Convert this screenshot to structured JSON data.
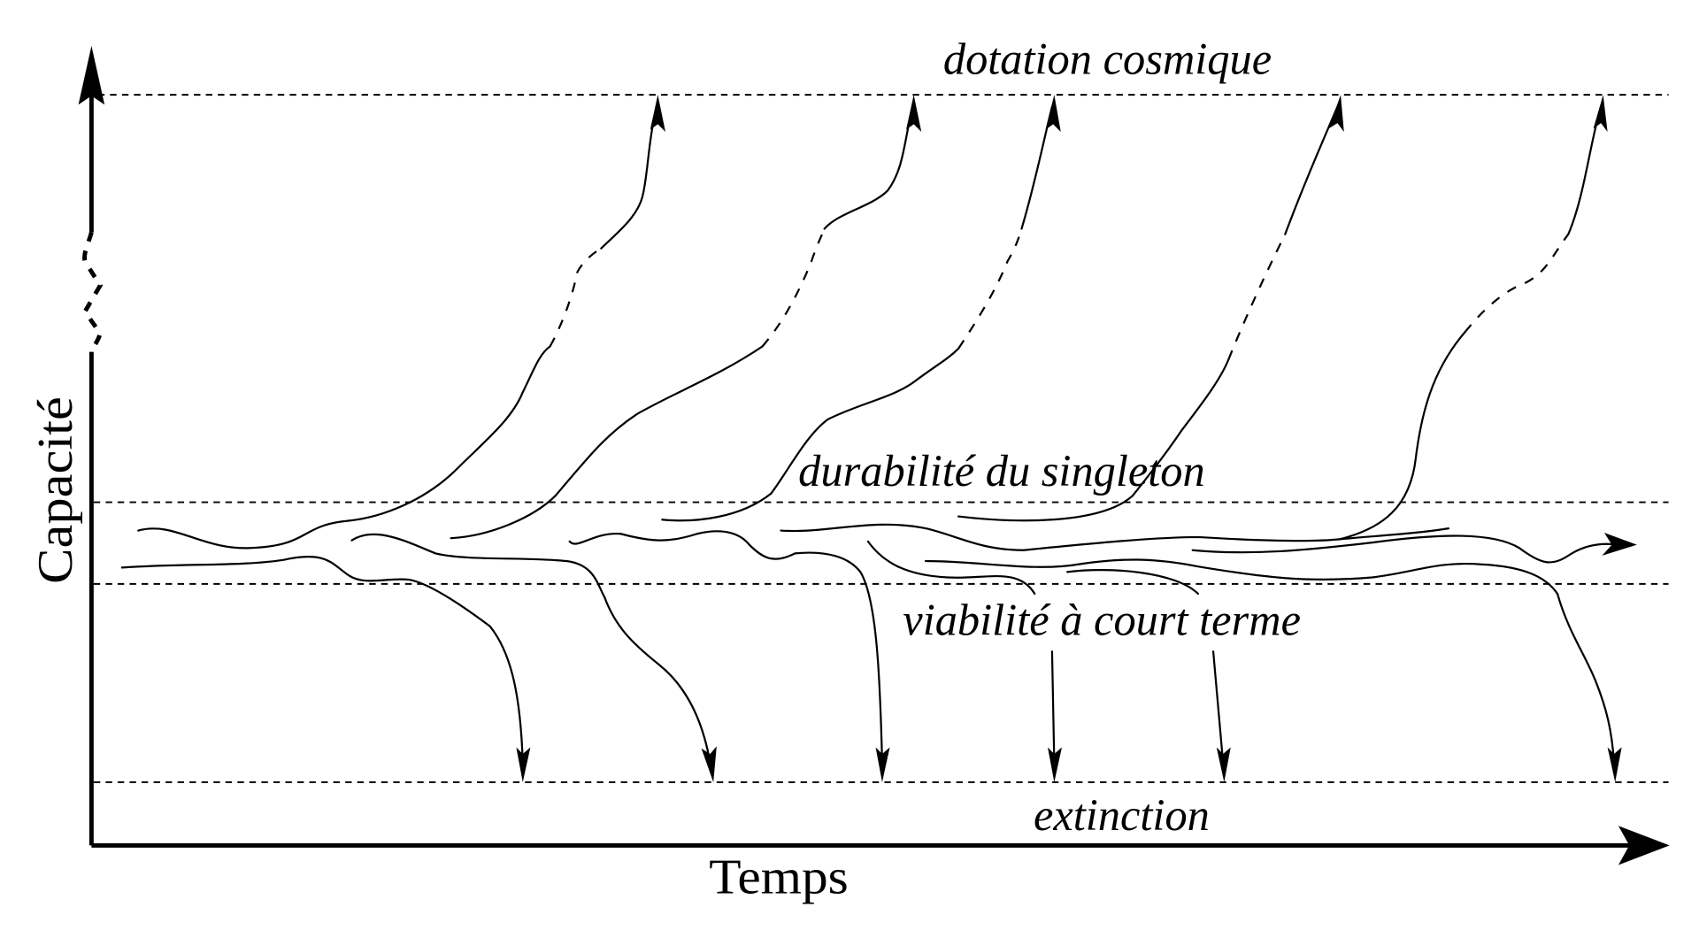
{
  "diagram": {
    "title": "",
    "axes": {
      "x_label": "Temps",
      "y_label": "Capacité",
      "y_axis_break": true
    },
    "levels": [
      {
        "id": "dotation",
        "label": "dotation cosmique",
        "position": "top"
      },
      {
        "id": "durabilite",
        "label": "durabilité du singleton",
        "position": "upper-middle"
      },
      {
        "id": "viabilite",
        "label": "viabilité à court terme",
        "position": "lower-middle"
      },
      {
        "id": "extinction",
        "label": "extinction",
        "position": "bottom"
      }
    ],
    "trajectories": {
      "rising_to_dotation_count": 5,
      "falling_to_extinction_count": 6,
      "continuing_right_count": 1,
      "style_note": "rising paths become dashed in the middle section"
    },
    "colors": {
      "stroke": "#000000",
      "background": "#ffffff"
    }
  }
}
